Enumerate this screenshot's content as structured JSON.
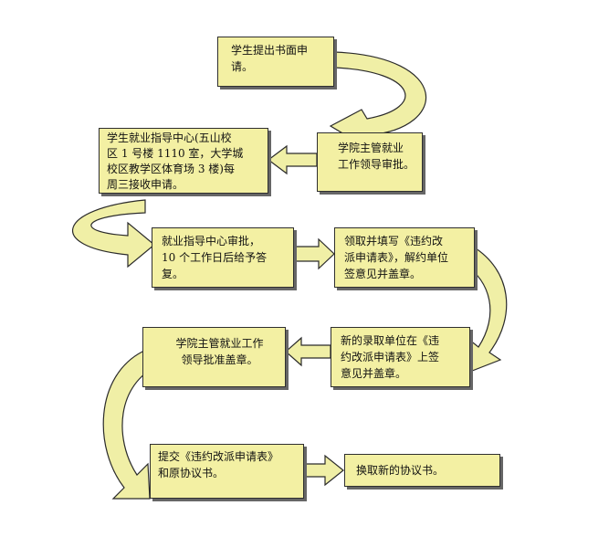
{
  "steps": [
    {
      "id": "step-1",
      "lines": [
        "学生提出书面申",
        "请。"
      ]
    },
    {
      "id": "step-2",
      "lines": [
        "学院主管就业",
        "工作领导审批。"
      ]
    },
    {
      "id": "step-3",
      "lines": [
        "学生就业指导中心(五山校",
        "区 1 号楼 1110 室，大学城",
        "校区教学区体育场 3 楼)每",
        "周三接收申请。"
      ]
    },
    {
      "id": "step-4",
      "lines": [
        "就业指导中心审批，",
        "10 个工作日后给予答",
        "复。"
      ]
    },
    {
      "id": "step-5",
      "lines": [
        "领取并填写《违约改",
        "派申请表》，解约单位",
        "签意见并盖章。"
      ]
    },
    {
      "id": "step-6",
      "lines": [
        "新的录取单位在《违",
        "约改派申请表》上签",
        "意见并盖章。"
      ]
    },
    {
      "id": "step-7",
      "lines": [
        "学院主管就业工作",
        "领导批准盖章。"
      ]
    },
    {
      "id": "step-8",
      "lines": [
        "提交《违约改派申请表》",
        "和原协议书。"
      ]
    },
    {
      "id": "step-9",
      "lines": [
        "换取新的协议书。"
      ]
    }
  ],
  "colors": {
    "box_fill": "#f3f0a3",
    "arrow_fill": "#f0efa6",
    "outline": "#2f2f2f"
  }
}
